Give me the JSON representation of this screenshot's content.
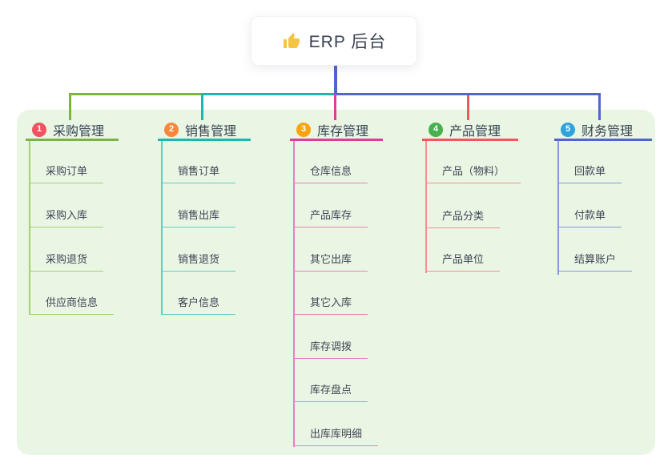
{
  "root": {
    "label": "ERP 后台",
    "icon": "thumbs-up-icon"
  },
  "branches": [
    {
      "badge": "1",
      "label": "采购管理",
      "line_color": "#7cb342",
      "badge_color": "#f0525f",
      "children": [
        "采购订单",
        "采购入库",
        "采购退货",
        "供应商信息"
      ]
    },
    {
      "badge": "2",
      "label": "销售管理",
      "line_color": "#1fb5b1",
      "badge_color": "#f8873d",
      "children": [
        "销售订单",
        "销售出库",
        "销售退货",
        "客户信息"
      ]
    },
    {
      "badge": "3",
      "label": "库存管理",
      "line_color": "#dc3d9d",
      "badge_color": "#f8a411",
      "children": [
        "仓库信息",
        "产品库存",
        "其它出库",
        "其它入库",
        "库存调拨",
        "库存盘点",
        "出库库明细"
      ]
    },
    {
      "badge": "4",
      "label": "产品管理",
      "line_color": "#f2575d",
      "badge_color": "#47b14e",
      "children": [
        "产品（物料）",
        "产品分类",
        "产品单位"
      ]
    },
    {
      "badge": "5",
      "label": "财务管理",
      "line_color": "#5265cc",
      "badge_color": "#2fa3db",
      "children": [
        "回款单",
        "付款单",
        "结算账户"
      ]
    }
  ],
  "colors": {
    "canvas_background": "#ffffff",
    "panel_background": "#e9f6e4",
    "root_connector": "#5265cc",
    "text_dark": "#3a4254",
    "thumb_icon": "#f6c445"
  }
}
